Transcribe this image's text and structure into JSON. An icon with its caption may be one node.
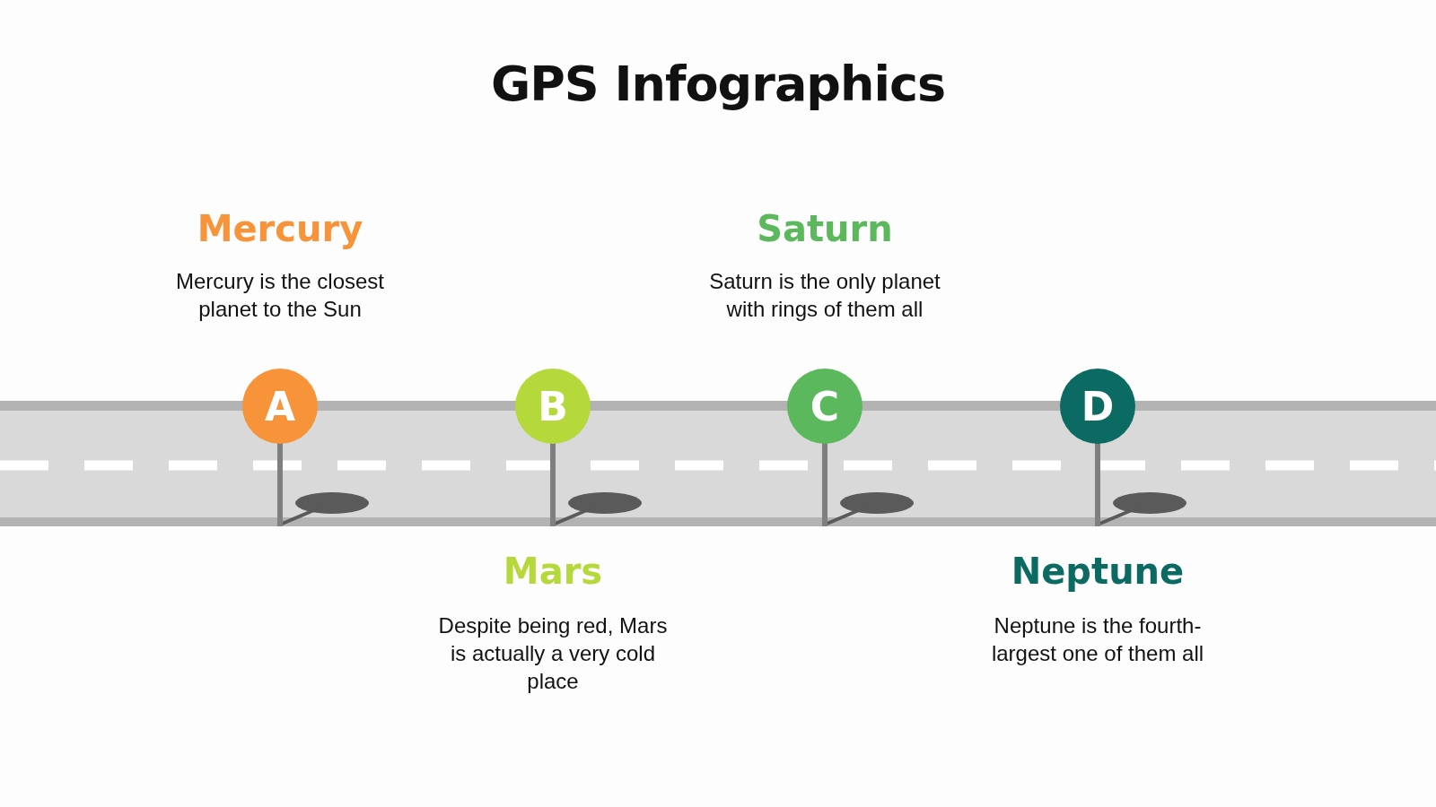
{
  "diagram": {
    "title": "GPS Infographics",
    "nodes": [
      {
        "text": [
          "A"
        ],
        "beside": [
          "Mercury",
          "Mercury is the closest planet to the Sun"
        ]
      },
      {
        "text": [
          "B"
        ],
        "beside": [
          "Mars",
          "Despite being red, Mars is actually a very cold place"
        ]
      },
      {
        "text": [
          "C"
        ],
        "beside": [
          "Saturn",
          "Saturn is the only planet with rings of them all"
        ]
      },
      {
        "text": [
          "D"
        ],
        "beside": [
          "Neptune",
          "Neptune is the fourth-largest one of them all"
        ]
      }
    ],
    "edges": []
  }
}
